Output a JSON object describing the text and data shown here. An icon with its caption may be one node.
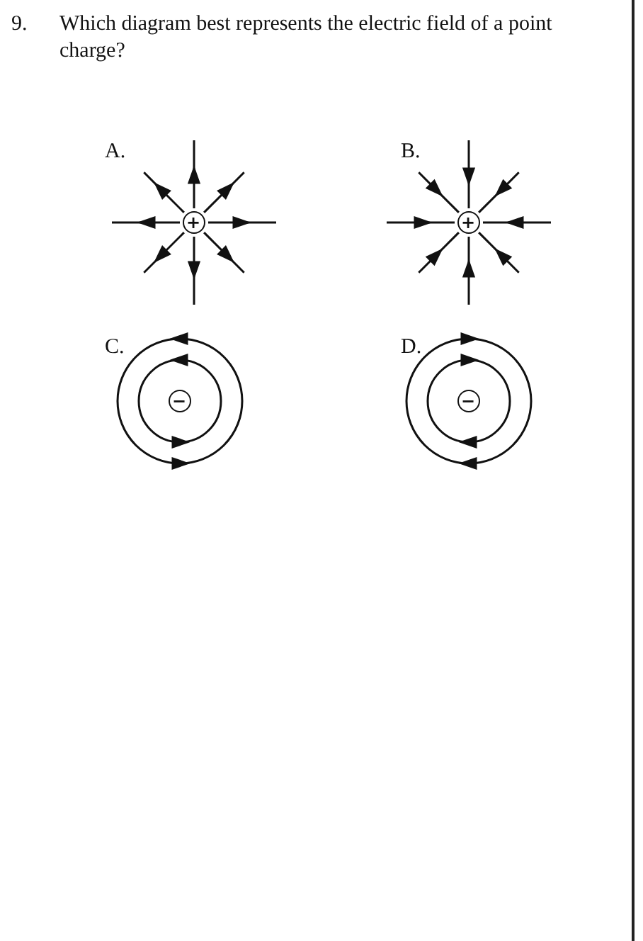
{
  "diagram": {
    "labels": [
      "9.",
      "Which diagram best represents the electric field of a point charge?",
      "A.",
      "B.",
      "C.",
      "D.",
      "+",
      "+",
      "−",
      "−"
    ]
  }
}
